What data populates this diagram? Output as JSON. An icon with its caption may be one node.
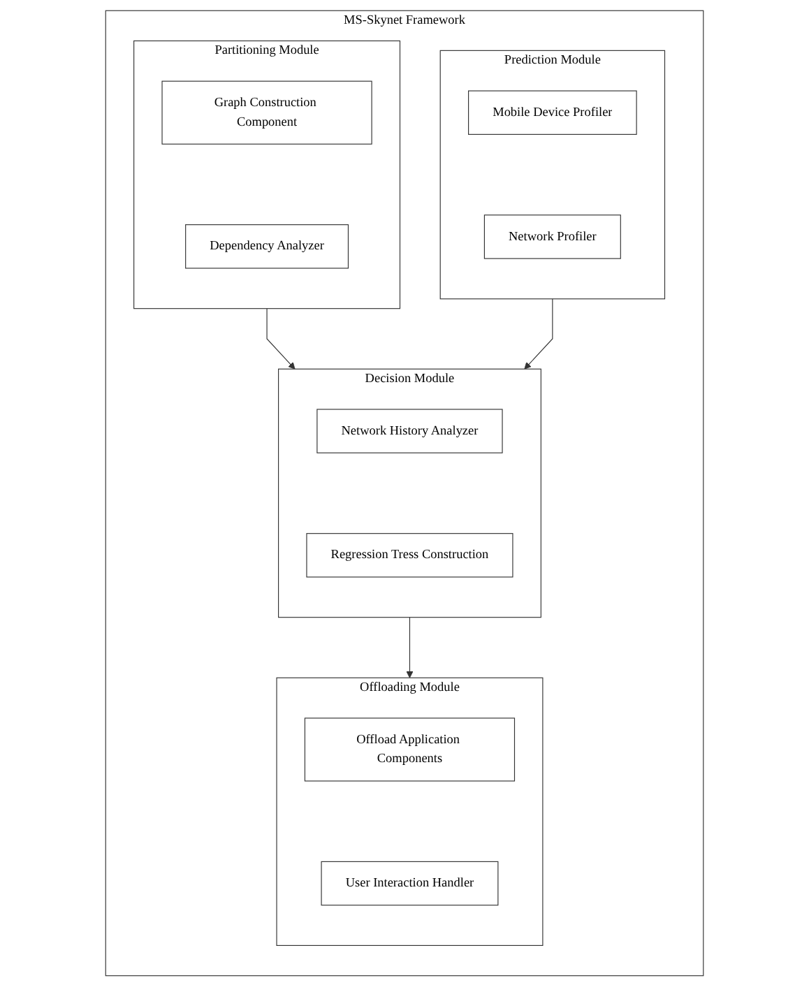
{
  "diagram": {
    "nodes": [
      {
        "text": [
          "MS-Skynet Framework"
        ]
      },
      {
        "text": [
          "Partitioning Module"
        ],
        "in": 0
      },
      {
        "text": [
          "Graph Construction Component"
        ],
        "in": 1
      },
      {
        "text": [
          "Dependency Analyzer"
        ],
        "in": 1
      },
      {
        "text": [
          "Prediction Module"
        ],
        "in": 0
      },
      {
        "text": [
          "Mobile Device Profiler"
        ],
        "in": 4
      },
      {
        "text": [
          "Network Profiler"
        ],
        "in": 4
      },
      {
        "text": [
          "Decision Module"
        ],
        "in": 0
      },
      {
        "text": [
          "Network History Analyzer"
        ],
        "in": 7
      },
      {
        "text": [
          "Regression Tress Construction"
        ],
        "in": 7
      },
      {
        "text": [
          "Offloading Module"
        ],
        "in": 0
      },
      {
        "text": [
          "Offload Application Components"
        ],
        "in": 10
      },
      {
        "text": [
          "User Interaction Handler"
        ],
        "in": 10
      }
    ],
    "edges": [
      {
        "from": 1,
        "to": 7,
        "arrow": "to"
      },
      {
        "from": 4,
        "to": 7,
        "arrow": "to"
      },
      {
        "from": 7,
        "to": 10,
        "arrow": "to"
      }
    ]
  }
}
